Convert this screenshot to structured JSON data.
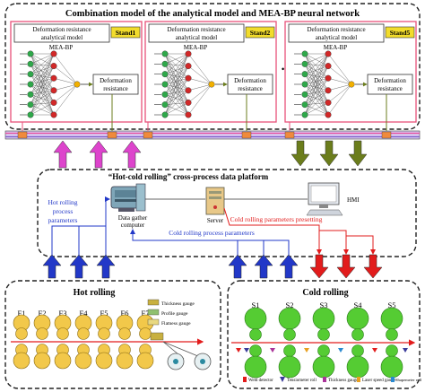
{
  "top": {
    "title": "Combination model of the analytical model and MEA-BP neural network",
    "dots": "• • •",
    "stands": [
      {
        "label": "Stand1",
        "model_line1": "Deformation resistance",
        "model_line2": "analytical model",
        "network": "MEA-BP",
        "output_line1": "Deformation",
        "output_line2": "resistance"
      },
      {
        "label": "Stand2",
        "model_line1": "Deformation resistance",
        "model_line2": "analytical model",
        "network": "MEA-BP",
        "output_line1": "Deformation",
        "output_line2": "resistance"
      },
      {
        "label": "Stand5",
        "model_line1": "Deformation resistance",
        "model_line2": "analytical model",
        "network": "MEA-BP",
        "output_line1": "Deformation",
        "output_line2": "resistance"
      }
    ]
  },
  "platform": {
    "title": "“Hot-cold rolling” cross-process data platform",
    "computer_line1": "Data gather",
    "computer_line2": "computer",
    "server": "Server",
    "hmi": "HMI",
    "hot_params_line1": "Hot rolling",
    "hot_params_line2": "process",
    "hot_params_line3": "parameters",
    "cold_params": "Cold rolling process parameters",
    "presetting": "Cold rolling parameters presetting"
  },
  "hot": {
    "title": "Hot rolling",
    "stands": [
      "F1",
      "F2",
      "F3",
      "F4",
      "F5",
      "F6",
      "F7"
    ],
    "legend": [
      "Thickness gauge",
      "Profile gauge",
      "Flatness gauge"
    ]
  },
  "cold": {
    "title": "Cold rolling",
    "stands": [
      "S1",
      "S2",
      "S3",
      "S4",
      "S5"
    ],
    "legend": [
      "Weld detector",
      "Tensiometer roll",
      "Thickness gauge",
      "Laser speed gauge",
      "Shapemeter roll"
    ]
  },
  "colors": {
    "network_pink": "#e8507a",
    "bus_pink": "#dd44cc",
    "olive": "#6b7d1c",
    "blue": "#2238c8",
    "red": "#e21c1c",
    "green_roll": "#55cc33",
    "yellow_roll": "#f2c84a"
  }
}
